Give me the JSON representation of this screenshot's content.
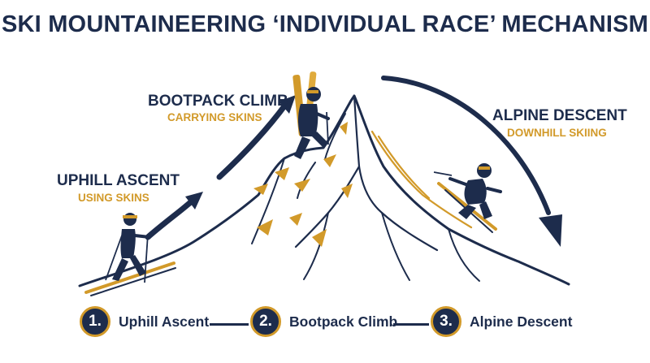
{
  "title": "SKI MOUNTAINEERING ‘INDIVIDUAL RACE’ MECHANISM",
  "stages": [
    {
      "title": "UPHILL ASCENT",
      "subtitle": "USING SKINS"
    },
    {
      "title": "BOOTPACK CLIMB",
      "subtitle": "CARRYING SKINS"
    },
    {
      "title": "ALPINE DESCENT",
      "subtitle": "DOWNHILL SKIING"
    }
  ],
  "steps": [
    {
      "number": "1.",
      "label": "Uphill Ascent"
    },
    {
      "number": "2.",
      "label": "Bootpack Climb"
    },
    {
      "number": "3.",
      "label": "Alpine Descent"
    }
  ],
  "colors": {
    "navy": "#1d2c4c",
    "gold": "#d29a2a",
    "background": "#ffffff"
  },
  "icons": [
    "uphill-arrow-icon",
    "descent-arrow-icon",
    "skinning-skier-icon",
    "bootpacking-climber-icon",
    "downhill-skier-icon"
  ]
}
